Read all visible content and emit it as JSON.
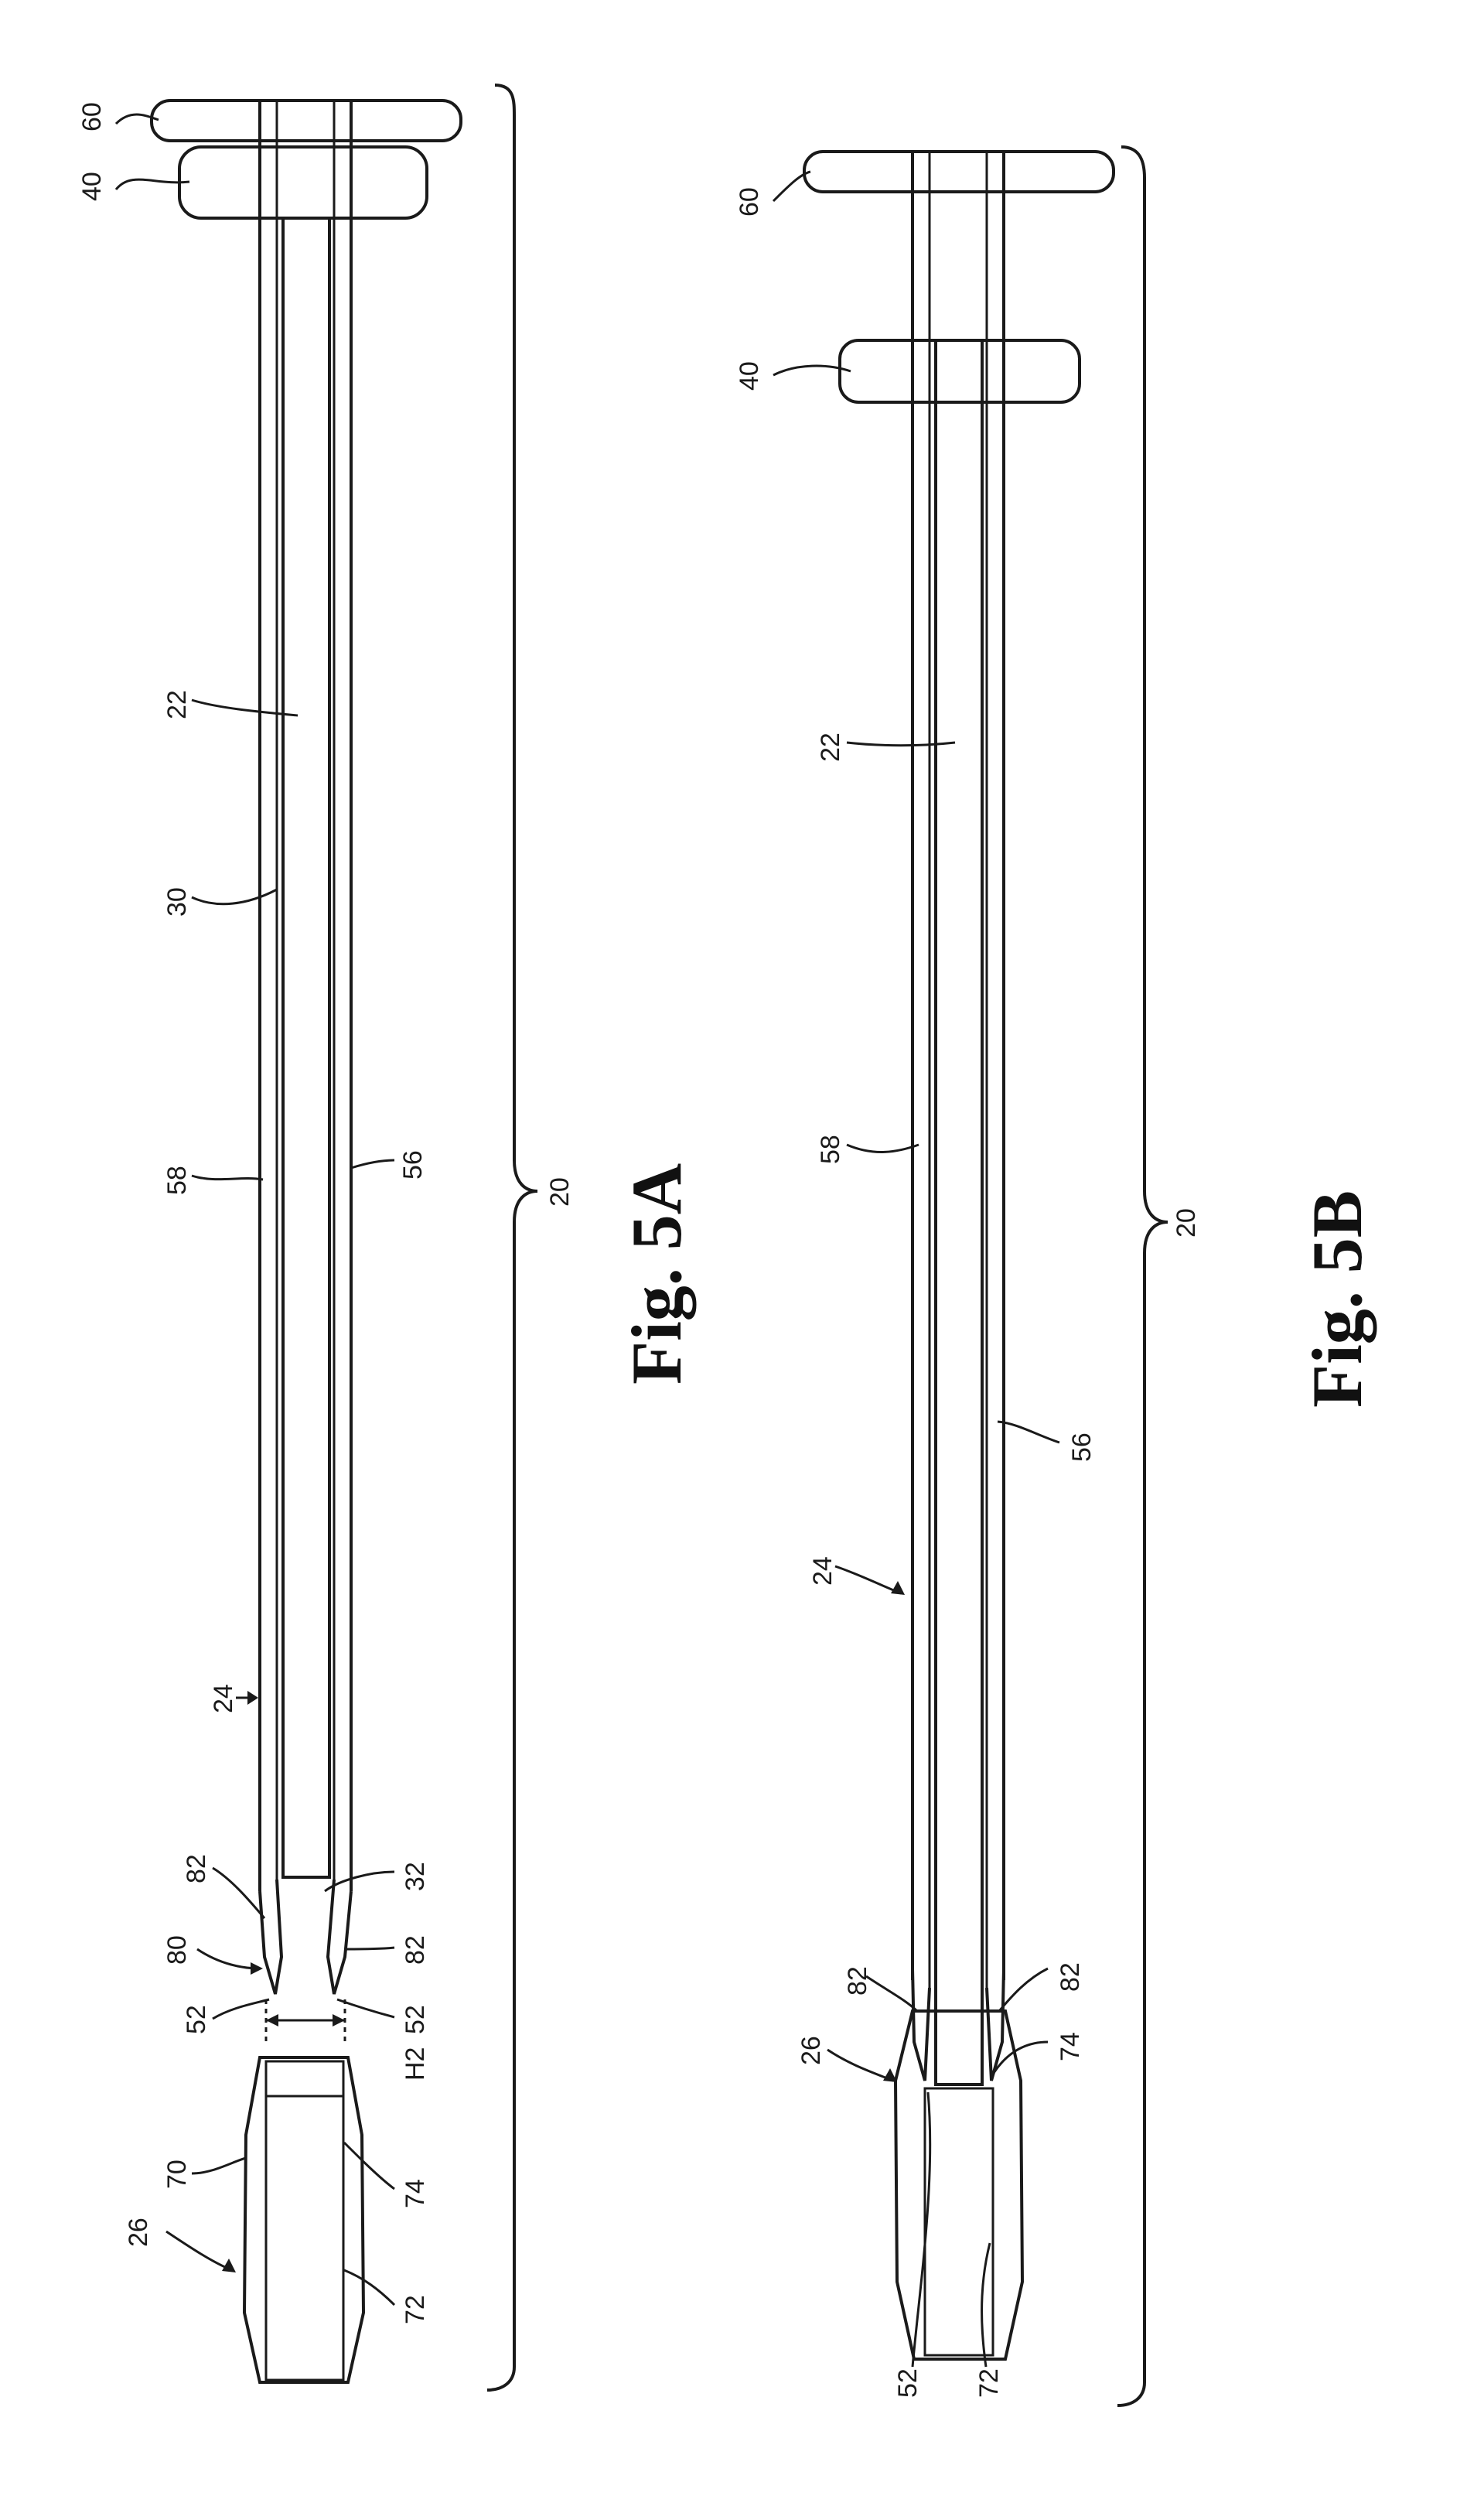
{
  "figures": {
    "fig5a": {
      "caption": "Fig. 5A",
      "labels": {
        "ref_60": "60",
        "ref_40": "40",
        "ref_22": "22",
        "ref_30": "30",
        "ref_58": "58",
        "ref_56": "56",
        "ref_20": "20",
        "ref_24": "24",
        "ref_82a": "82",
        "ref_32": "32",
        "ref_80": "80",
        "ref_82b": "82",
        "ref_52a": "52",
        "ref_52b": "52",
        "ref_H2": "H2",
        "ref_70": "70",
        "ref_74": "74",
        "ref_26": "26",
        "ref_72": "72"
      }
    },
    "fig5b": {
      "caption": "Fig. 5B",
      "labels": {
        "ref_60": "60",
        "ref_40": "40",
        "ref_22": "22",
        "ref_58": "58",
        "ref_20": "20",
        "ref_56": "56",
        "ref_24": "24",
        "ref_82a": "82",
        "ref_82b": "82",
        "ref_26": "26",
        "ref_74": "74",
        "ref_52": "52",
        "ref_72": "72"
      }
    }
  }
}
